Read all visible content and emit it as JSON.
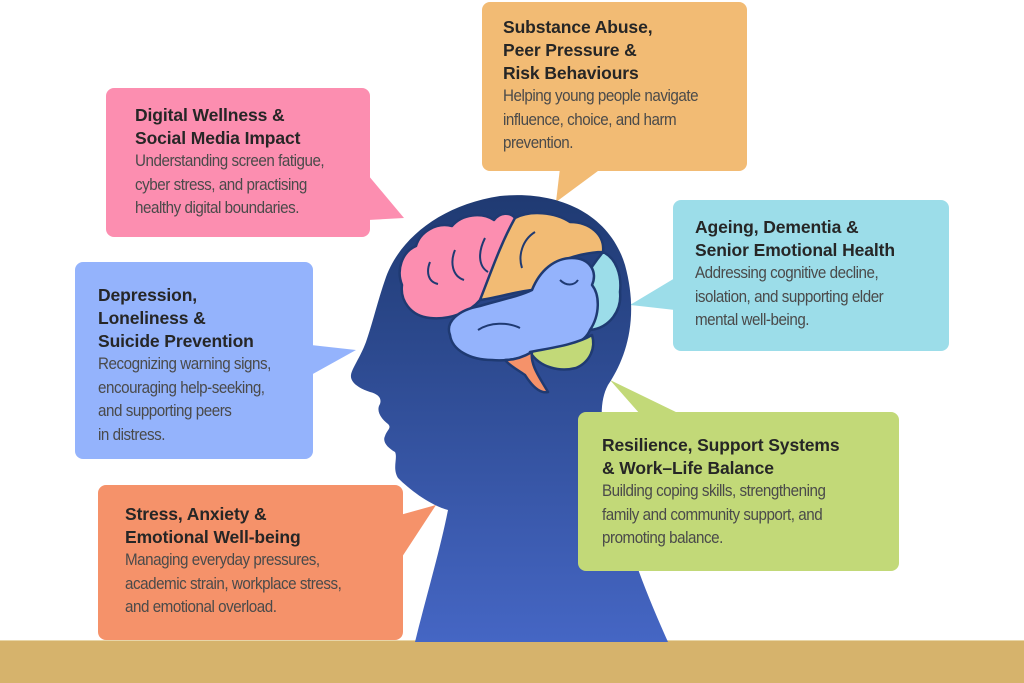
{
  "infographic": {
    "colors": {
      "substance": "#f2bb74",
      "digital": "#fc8eb0",
      "depression": "#94b3fc",
      "stress": "#f5926a",
      "ageing": "#9cdde9",
      "resilience": "#c2d978",
      "head_top": "#1f3a72",
      "head_bottom": "#4566c4",
      "floor": "#d6b36c"
    },
    "topics": {
      "substance": {
        "title": [
          "Substance Abuse,",
          "Peer Pressure &",
          "Risk Behaviours"
        ],
        "desc": [
          "Helping young people navigate",
          "influence, choice, and harm",
          "prevention."
        ]
      },
      "digital": {
        "title": [
          "Digital Wellness &",
          "Social Media Impact"
        ],
        "desc": [
          "Understanding screen fatigue,",
          "cyber stress, and practising",
          "healthy digital boundaries."
        ]
      },
      "depression": {
        "title": [
          "Depression,",
          "Loneliness &",
          "Suicide Prevention"
        ],
        "desc": [
          "Recognizing warning signs,",
          "encouraging help-seeking,",
          "and supporting peers",
          "in distress."
        ]
      },
      "stress": {
        "title": [
          "Stress, Anxiety &",
          "Emotional Well-being"
        ],
        "desc": [
          "Managing everyday pressures,",
          "academic strain, workplace stress,",
          "and emotional overload."
        ]
      },
      "ageing": {
        "title": [
          "Ageing, Dementia &",
          "Senior Emotional Health"
        ],
        "desc": [
          "Addressing cognitive decline,",
          "isolation, and supporting elder",
          "mental well-being."
        ]
      },
      "resilience": {
        "title": [
          "Resilience, Support Systems",
          "& Work–Life Balance"
        ],
        "desc": [
          "Building coping skills, strengthening",
          "family and community support, and",
          "promoting balance."
        ]
      }
    }
  }
}
